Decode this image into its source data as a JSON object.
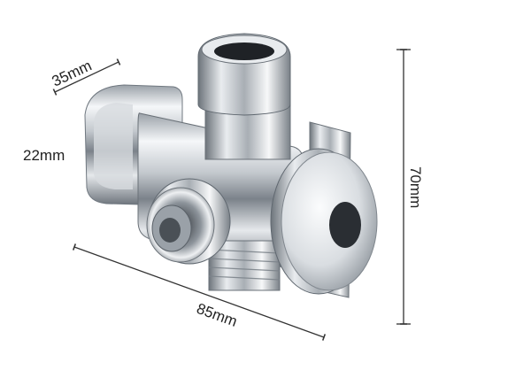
{
  "dimensions": {
    "top_depth": "35mm",
    "side_height": "22mm",
    "body_length": "85mm",
    "total_height": "70mm"
  },
  "colors": {
    "chrome_light": "#f4f6f8",
    "chrome_mid": "#c9ced4",
    "chrome_dark": "#5d646c",
    "line": "#333333",
    "background": "#ffffff"
  }
}
